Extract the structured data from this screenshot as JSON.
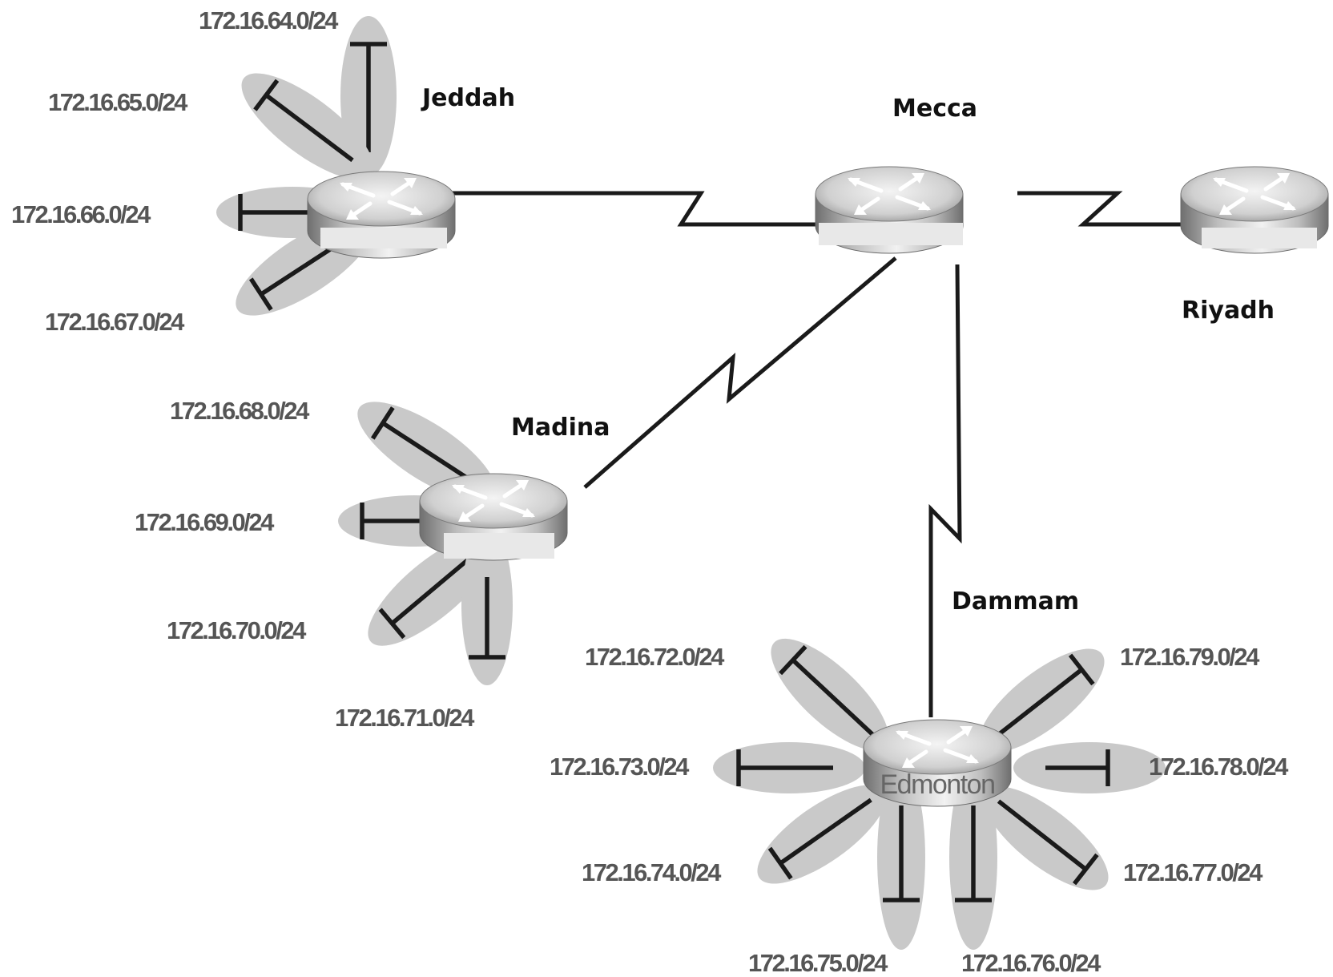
{
  "colors": {
    "background": "#ffffff",
    "link": "#1a1a1a",
    "petal": "#c9c9c9",
    "city_label": "#111111",
    "network_label": "#555555"
  },
  "routers": {
    "jeddah": {
      "name": "Jeddah"
    },
    "mecca": {
      "name": "Mecca"
    },
    "riyadh": {
      "name": "Riyadh"
    },
    "madina": {
      "name": "Madina"
    },
    "dammam": {
      "name": "Dammam",
      "device_label": "Edmonton"
    }
  },
  "links": [
    {
      "from": "Jeddah",
      "to": "Mecca",
      "type": "serial"
    },
    {
      "from": "Mecca",
      "to": "Riyadh",
      "type": "serial"
    },
    {
      "from": "Madina",
      "to": "Mecca",
      "type": "serial"
    },
    {
      "from": "Dammam",
      "to": "Mecca",
      "type": "serial"
    }
  ],
  "networks": {
    "jeddah": [
      "172.16.64.0/24",
      "172.16.65.0/24",
      "172.16.66.0/24",
      "172.16.67.0/24"
    ],
    "madina": [
      "172.16.68.0/24",
      "172.16.69.0/24",
      "172.16.70.0/24",
      "172.16.71.0/24"
    ],
    "dammam": [
      "172.16.72.0/24",
      "172.16.73.0/24",
      "172.16.74.0/24",
      "172.16.75.0/24",
      "172.16.76.0/24",
      "172.16.77.0/24",
      "172.16.78.0/24",
      "172.16.79.0/24"
    ]
  }
}
